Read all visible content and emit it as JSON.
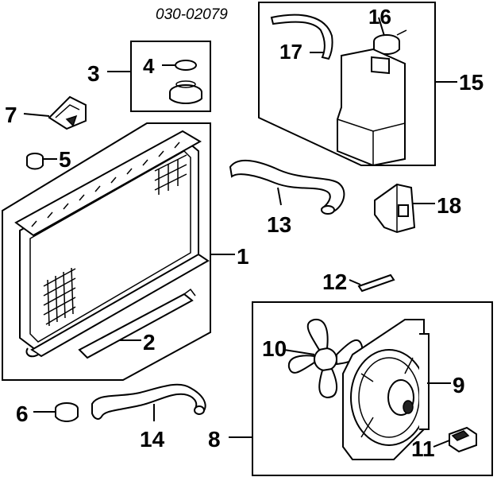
{
  "diagram_code": "030-02079",
  "callouts": {
    "c1": "1",
    "c2": "2",
    "c3": "3",
    "c4": "4",
    "c5": "5",
    "c6": "6",
    "c7": "7",
    "c8": "8",
    "c9": "9",
    "c10": "10",
    "c11": "11",
    "c12": "12",
    "c13": "13",
    "c14": "14",
    "c15": "15",
    "c16": "16",
    "c17": "17",
    "c18": "18"
  }
}
